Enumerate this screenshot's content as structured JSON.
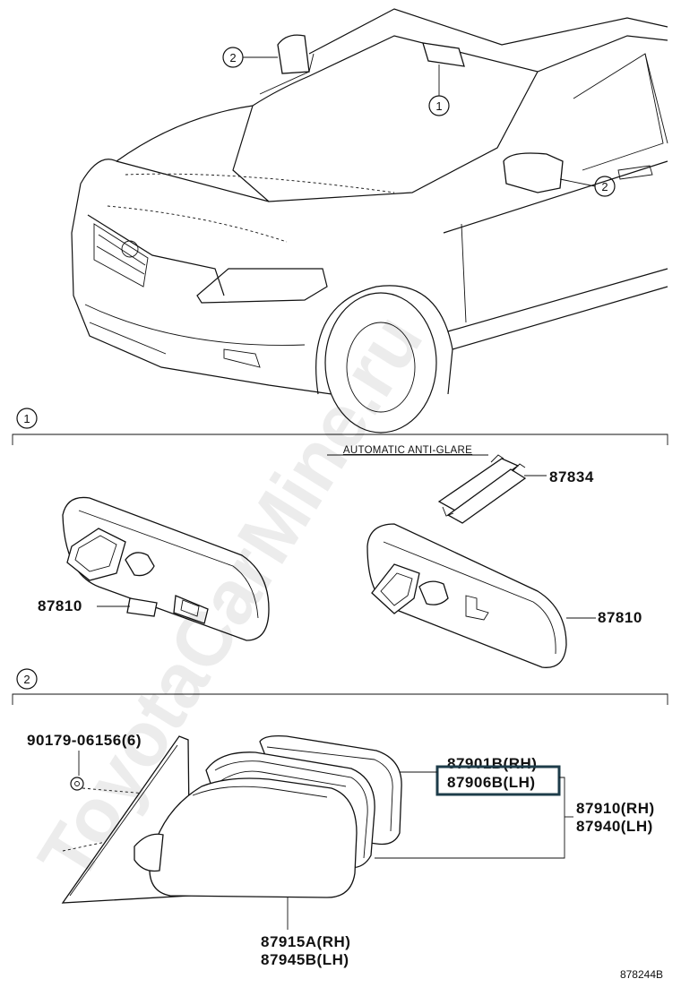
{
  "callouts": {
    "one": "1",
    "two": "2"
  },
  "sections": {
    "section1": {
      "marker": "1",
      "heading": "AUTOMATIC ANTI-GLARE",
      "parts": {
        "left_mirror": "87810",
        "right_mirror": "87810",
        "wire_clip": "87834"
      }
    },
    "section2": {
      "marker": "2",
      "parts": {
        "screw": "90179-06156(6)",
        "glass_rh": "87901B(RH)",
        "glass_lh": "87906B(LH)",
        "assy_rh": "87910(RH)",
        "assy_lh": "87940(LH)",
        "cover_rh": "87915A(RH)",
        "cover_lh": "87945B(LH)"
      },
      "highlighted_part": "87906B(LH)"
    }
  },
  "figure_id": "878244B",
  "watermark": "ToyotaCarMine.ru",
  "colors": {
    "line": "#111111",
    "highlight_box": "#1d3c4a",
    "background": "#ffffff"
  }
}
